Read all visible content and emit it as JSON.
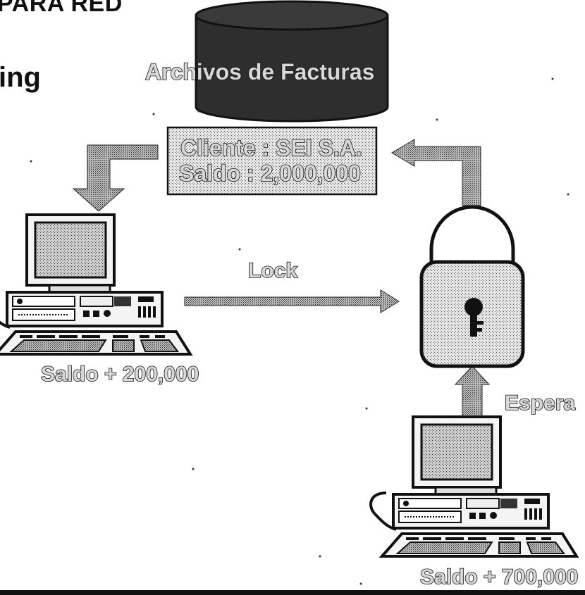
{
  "header": {
    "title_top": "PARA RED",
    "title_left": "ing"
  },
  "database": {
    "label": "Archivos de Facturas"
  },
  "record_card": {
    "line1": "Cliente : SEI S.A.",
    "line2": "Saldo : 2,000,000"
  },
  "arrows": {
    "lock_label": "Lock",
    "wait_label": "Espera"
  },
  "clients": {
    "left_balance": "Saldo + 200,000",
    "right_balance": "Saldo + 700,000"
  },
  "colors": {
    "ink": "#111111",
    "fill_gray": "#bdbdbd",
    "db_dark": "#2a2a2a"
  }
}
